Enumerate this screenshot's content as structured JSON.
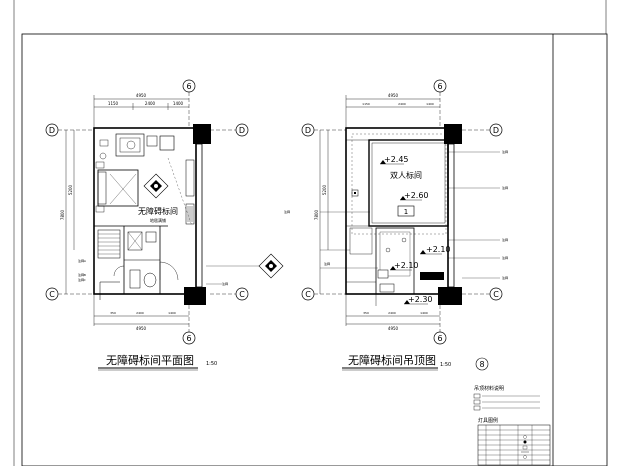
{
  "plan_left": {
    "grid_top": "6",
    "grid_bottom": "6",
    "grid_left_top": "D",
    "grid_left_bottom": "C",
    "grid_right_top": "D",
    "grid_right_bottom": "C",
    "room_label": "无障碍标间",
    "room_sub": "地毯满铺",
    "title": "无障碍标间平面图",
    "scale": "1:50",
    "dim_top_total": "4950",
    "dim_top_parts": [
      "1150",
      "2400",
      "1400"
    ],
    "dim_bottom_total": "4950",
    "dim_side_total": "7800",
    "dim_side_part": "5200"
  },
  "plan_right": {
    "grid_top": "6",
    "grid_bottom": "6",
    "grid_left_top": "D",
    "grid_left_bottom": "C",
    "grid_right_top": "D",
    "grid_right_bottom": "C",
    "room_label": "双人标间",
    "room_number": "1",
    "level_1": "+2.45",
    "level_2": "+2.60",
    "level_3": "+2.10",
    "level_4": "+2.10",
    "level_5": "+2.30",
    "title": "无障碍标间吊顶图",
    "scale": "1:50",
    "section_num": "8",
    "dim_top_total": "4950",
    "dim_bottom_total": "4950"
  },
  "legend": {
    "title": "吊顶材料说明",
    "table_title": "灯具图例"
  }
}
